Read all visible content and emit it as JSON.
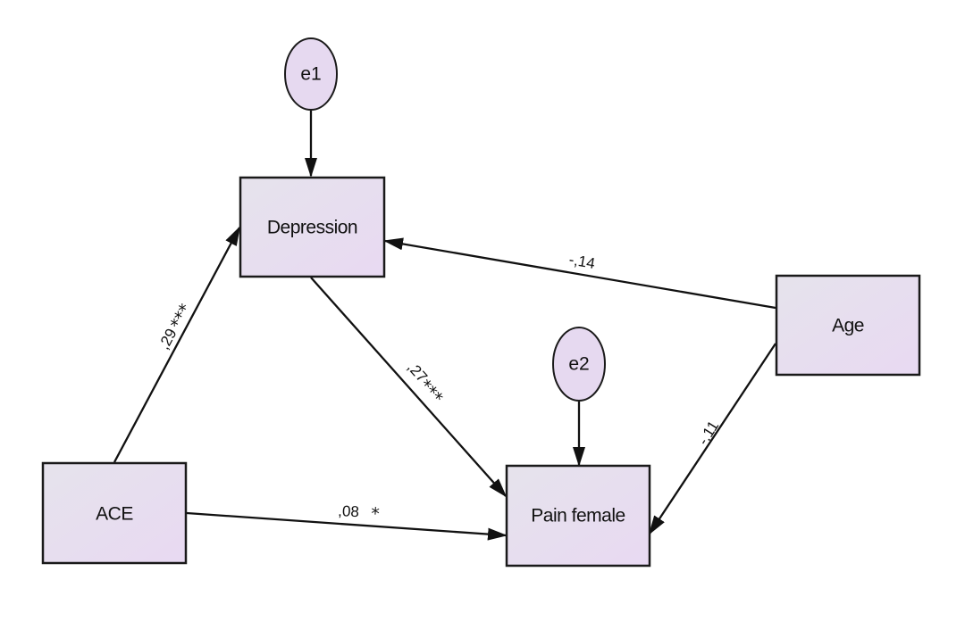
{
  "colors": {
    "node_fill_from": "#e6e3ec",
    "node_fill_to": "#e8d9f2",
    "circle_fill": "#e6d9f0",
    "stroke": "#111111"
  },
  "nodes": {
    "depression": {
      "label": "Depression"
    },
    "age": {
      "label": "Age"
    },
    "ace": {
      "label": "ACE"
    },
    "pain_female": {
      "label": "Pain female"
    }
  },
  "errors": {
    "e1": {
      "label": "e1"
    },
    "e2": {
      "label": "e2"
    }
  },
  "paths": {
    "ace_depression": {
      "coef": ",29",
      "sig": "***"
    },
    "depression_pain": {
      "coef": ",27",
      "sig": "***"
    },
    "age_depression": {
      "coef": "-,14",
      "sig": ""
    },
    "age_pain": {
      "coef": "-,11",
      "sig": ""
    },
    "ace_pain": {
      "coef": ",08",
      "sig": "*"
    }
  }
}
